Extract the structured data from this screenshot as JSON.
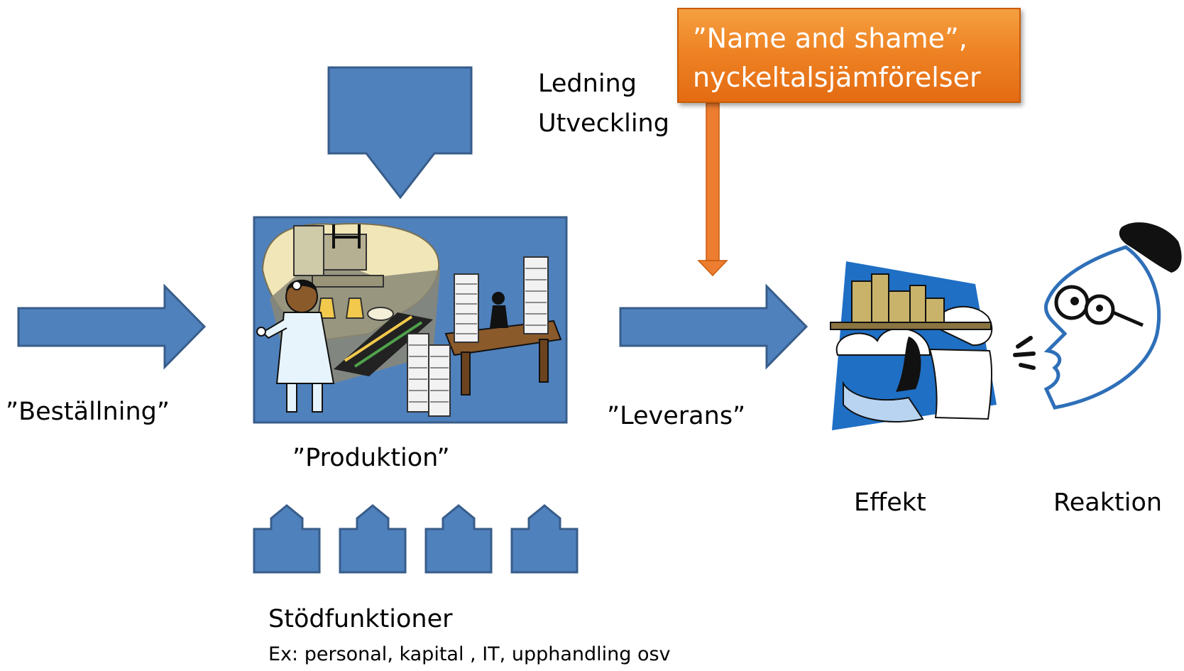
{
  "management_label": {
    "line1": "Ledning",
    "line2": "Utveckling"
  },
  "callout": {
    "line1": "”Name and shame”,",
    "line2": "nyckeltalsjämförelser",
    "color": "#ED7D31"
  },
  "labels": {
    "order": "”Beställning”",
    "production": "”Produktion”",
    "delivery": "”Leverans”",
    "effect": "Effekt",
    "reaction": "Reaktion"
  },
  "support": {
    "title": "Stödfunktioner",
    "examples": "Ex: personal, kapital , IT, upphandling osv",
    "count": 4
  },
  "colors": {
    "arrow_fill": "#4F81BD",
    "arrow_stroke": "#385D8A"
  }
}
